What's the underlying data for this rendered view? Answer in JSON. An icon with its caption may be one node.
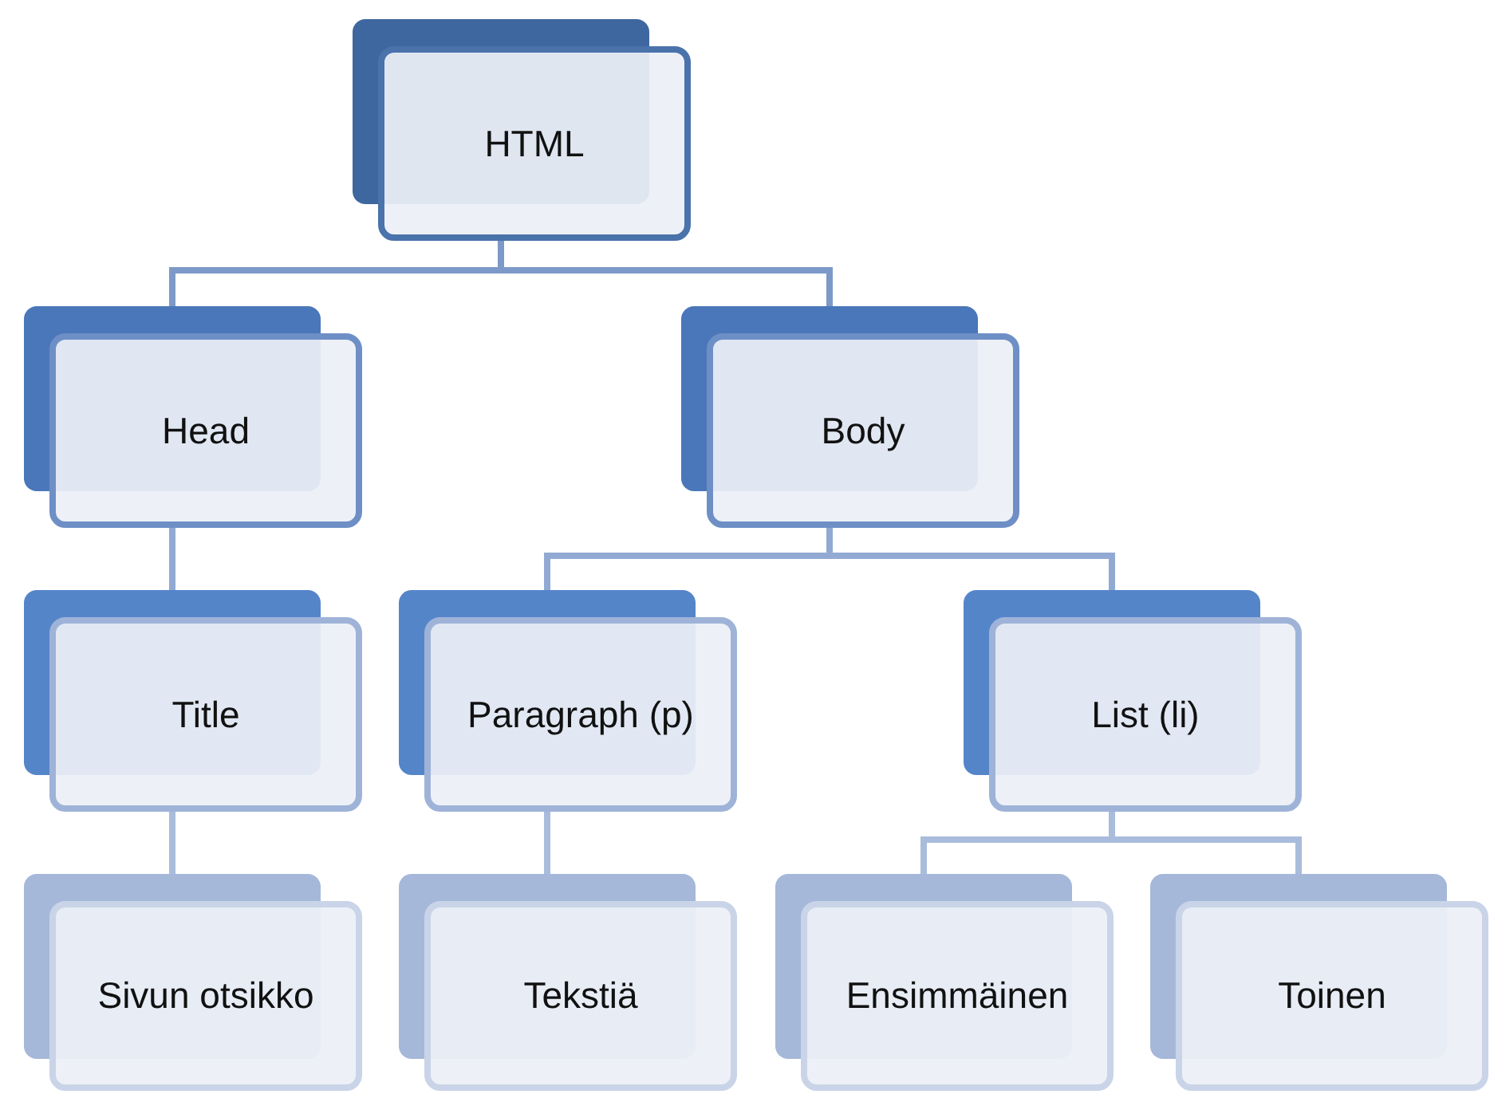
{
  "diagram": {
    "nodes": [
      {
        "text": [
          "HTML"
        ]
      },
      {
        "text": [
          "Head"
        ]
      },
      {
        "text": [
          "Body"
        ]
      },
      {
        "text": [
          "Title"
        ]
      },
      {
        "text": [
          "Paragraph (p)"
        ]
      },
      {
        "text": [
          "List (li)"
        ]
      },
      {
        "text": [
          "Sivun otsikko"
        ]
      },
      {
        "text": [
          "Tekstiä"
        ]
      },
      {
        "text": [
          "Ensimmäinen"
        ]
      },
      {
        "text": [
          "Toinen"
        ]
      }
    ],
    "edges": [
      {
        "from": 0,
        "to": 1,
        "arrow": "none"
      },
      {
        "from": 0,
        "to": 2,
        "arrow": "none"
      },
      {
        "from": 1,
        "to": 3,
        "arrow": "none"
      },
      {
        "from": 2,
        "to": 4,
        "arrow": "none"
      },
      {
        "from": 2,
        "to": 5,
        "arrow": "none"
      },
      {
        "from": 3,
        "to": 6,
        "arrow": "none"
      },
      {
        "from": 4,
        "to": 7,
        "arrow": "none"
      },
      {
        "from": 5,
        "to": 8,
        "arrow": "none"
      },
      {
        "from": 5,
        "to": 9,
        "arrow": "none"
      }
    ]
  }
}
